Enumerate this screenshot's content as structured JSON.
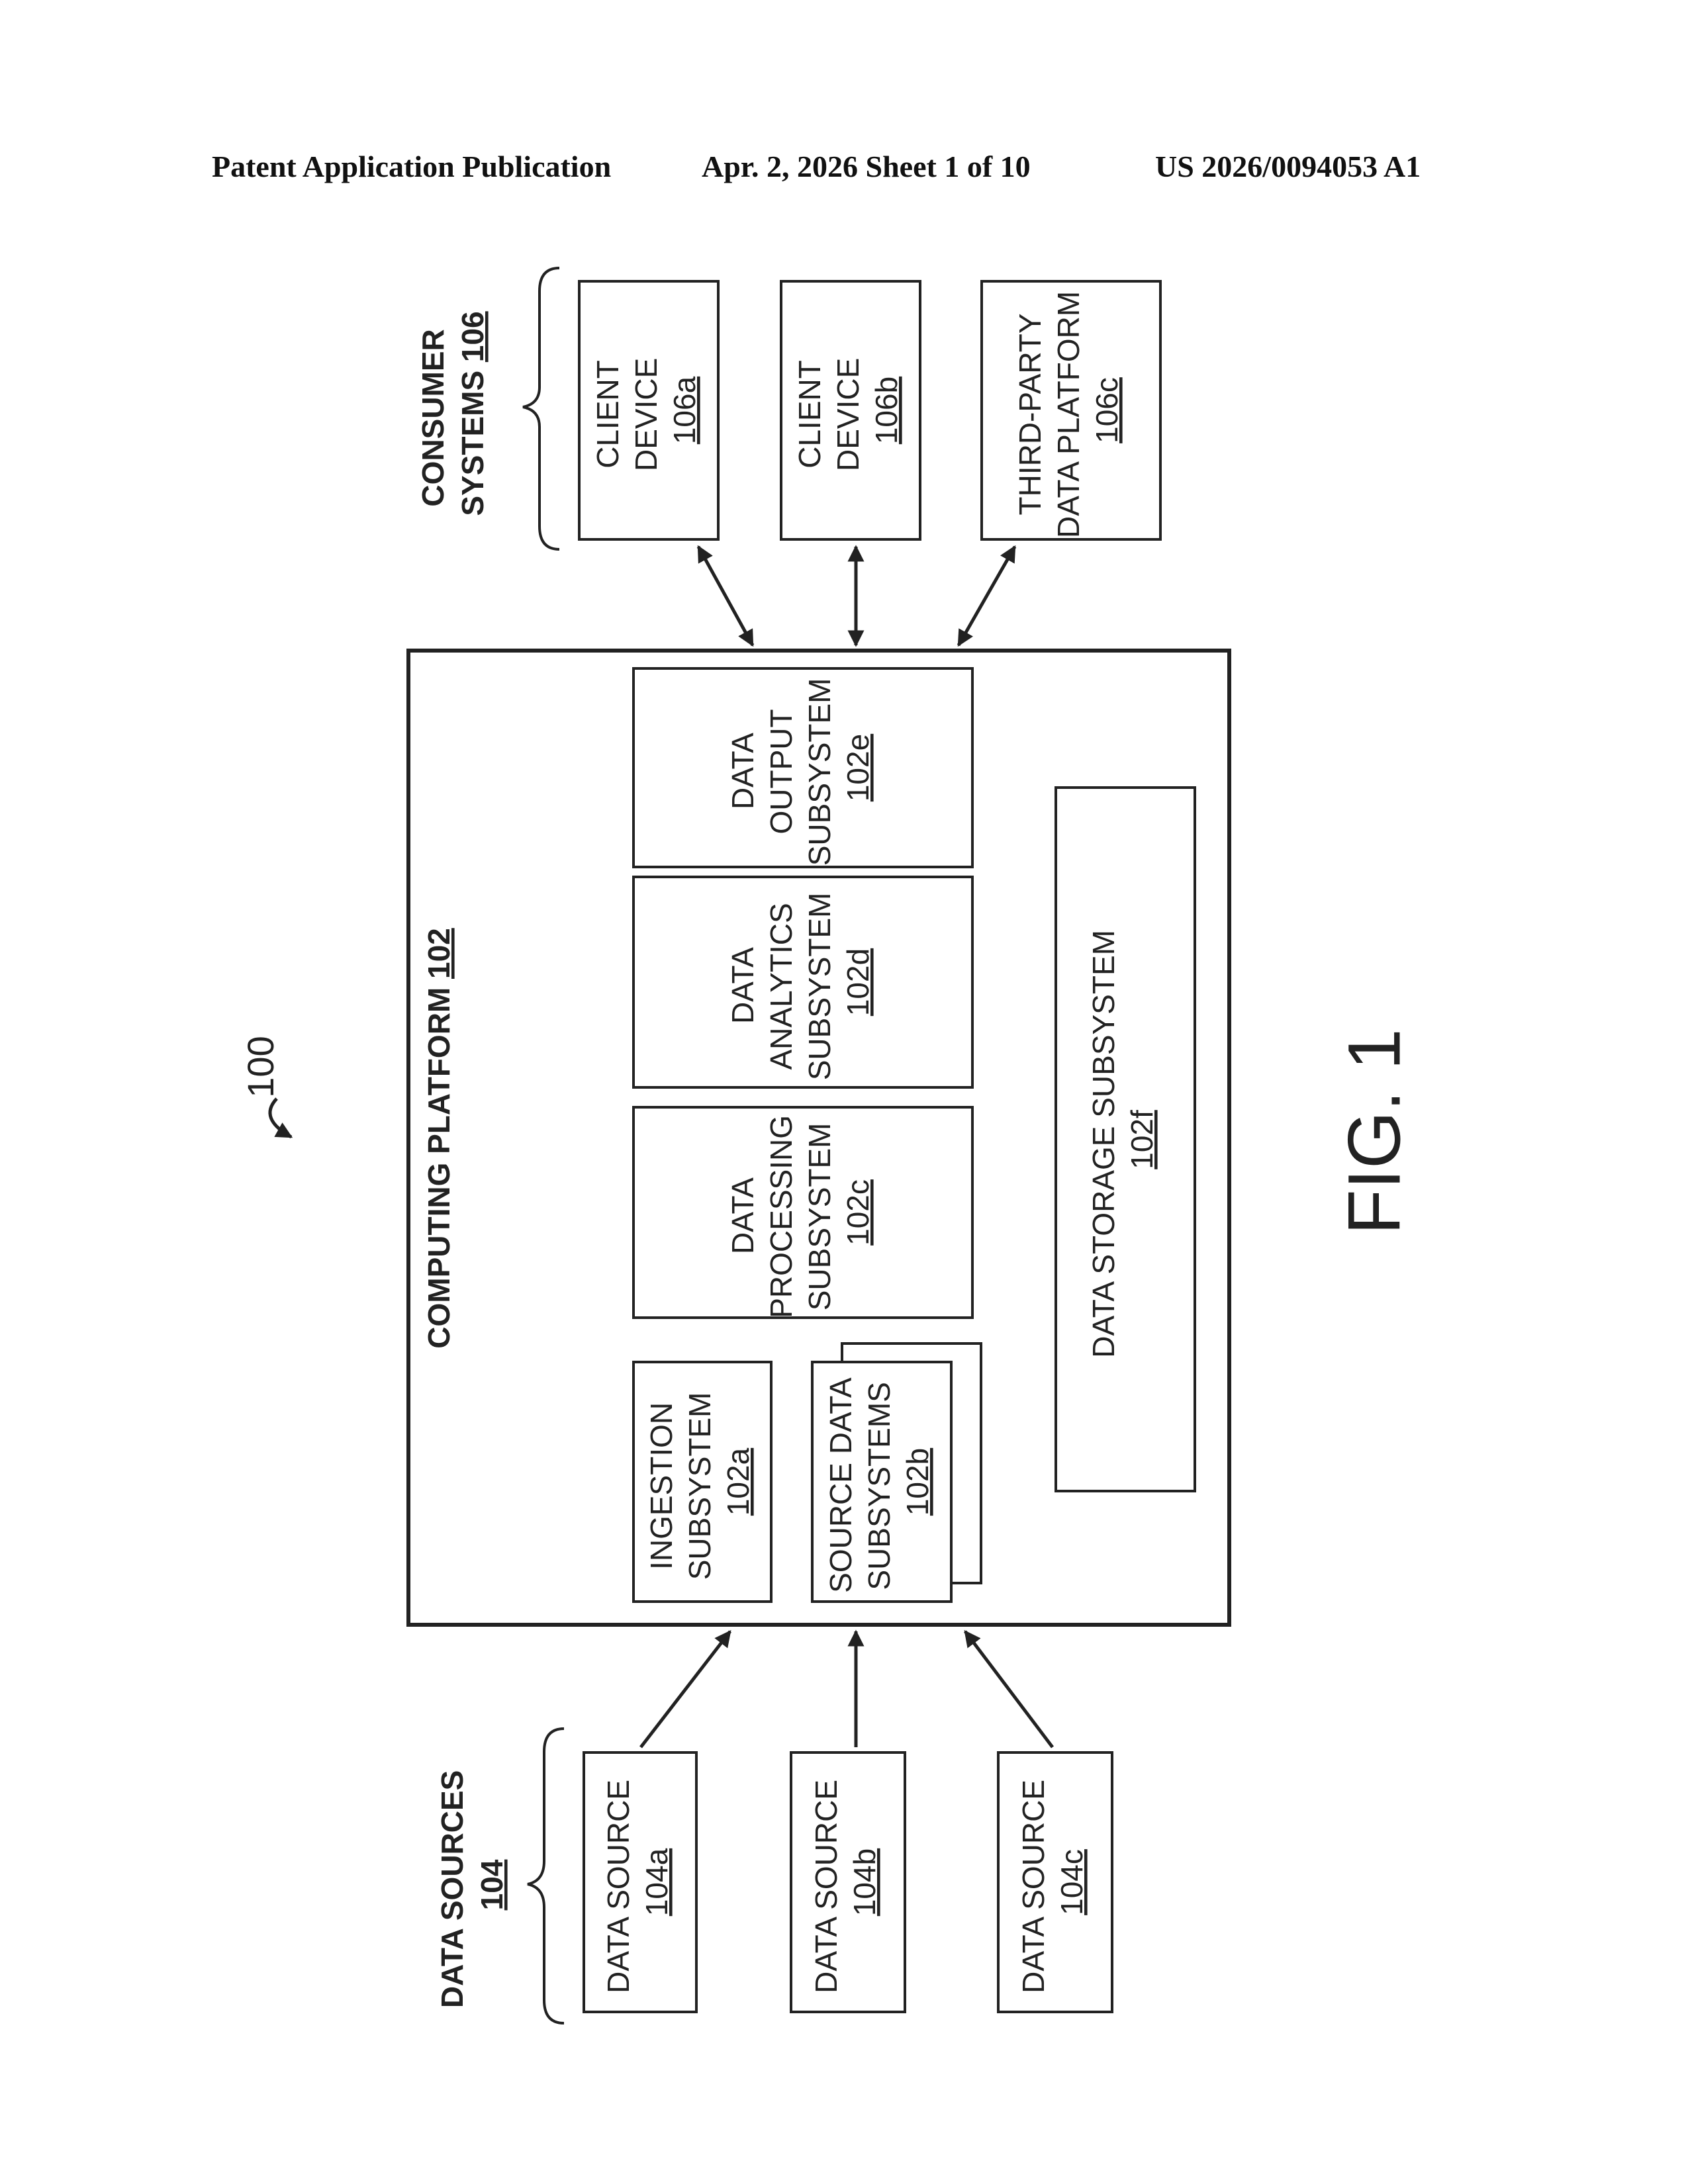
{
  "header": {
    "publication": "Patent Application Publication",
    "date_sheet": "Apr. 2, 2026   Sheet 1 of 10",
    "number": "US 2026/0094053 A1"
  },
  "figure": {
    "system_ref": "100",
    "caption": "FIG. 1"
  },
  "consumer_systems": {
    "title_line1": "CONSUMER",
    "title_line2": "SYSTEMS",
    "ref": "106",
    "client_a": {
      "line1": "CLIENT",
      "line2": "DEVICE",
      "ref": "106a"
    },
    "client_b": {
      "line1": "CLIENT",
      "line2": "DEVICE",
      "ref": "106b"
    },
    "third_party": {
      "line1": "THIRD-PARTY",
      "line2": "DATA PLATFORM",
      "ref": "106c"
    }
  },
  "computing_platform": {
    "title": "COMPUTING PLATFORM",
    "ref": "102",
    "ingestion": {
      "line1": "INGESTION",
      "line2": "SUBSYSTEM",
      "ref": "102a"
    },
    "source_data": {
      "line1": "SOURCE DATA",
      "line2": "SUBSYSTEMS",
      "ref": "102b"
    },
    "processing": {
      "line1": "DATA",
      "line2": "PROCESSING",
      "line3": "SUBSYSTEM",
      "ref": "102c"
    },
    "analytics": {
      "line1": "DATA",
      "line2": "ANALYTICS",
      "line3": "SUBSYSTEM",
      "ref": "102d"
    },
    "output": {
      "line1": "DATA",
      "line2": "OUTPUT",
      "line3": "SUBSYSTEM",
      "ref": "102e"
    },
    "storage": {
      "line1": "DATA STORAGE SUBSYSTEM",
      "ref": "102f"
    }
  },
  "data_sources": {
    "title": "DATA SOURCES",
    "ref": "104",
    "source_a": {
      "label": "DATA SOURCE",
      "ref": "104a"
    },
    "source_b": {
      "label": "DATA SOURCE",
      "ref": "104b"
    },
    "source_c": {
      "label": "DATA SOURCE",
      "ref": "104c"
    }
  }
}
